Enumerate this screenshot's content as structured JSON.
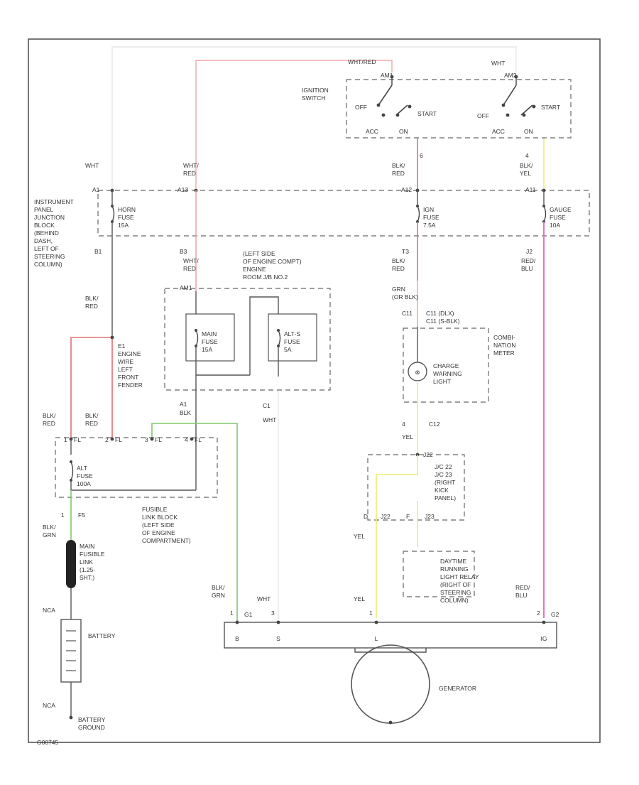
{
  "colors": {
    "wht_red": "#f2a7a7",
    "red": "#e37070",
    "green": "#7ec86f",
    "yellow": "#eded74",
    "orange": "#f4b183",
    "pink": "#e275c9",
    "wht": "#e6e6e6",
    "line": "#555555"
  },
  "labels": {
    "wht_red_top": "WHT/RED",
    "wht_top_right": "WHT",
    "ignition_switch": [
      "IGNITION",
      "SWITCH"
    ],
    "sw1_am": "AM1",
    "sw2_am": "AM2",
    "sw1_off": "OFF",
    "sw1_start": "START",
    "sw2_off": "OFF",
    "sw2_start": "START",
    "sw1_acc": "ACC",
    "sw1_on": "ON",
    "sw2_acc": "ACC",
    "sw2_on": "ON",
    "wht_left": "WHT",
    "wht_red_mid": [
      "WHT/",
      "RED"
    ],
    "blk_red_top": [
      "BLK/",
      "RED"
    ],
    "blk_yel_top": [
      "BLK/",
      "YEL"
    ],
    "pin_6": "6",
    "pin_4": "4",
    "ijb_label": [
      "INSTRUMENT",
      "PANEL",
      "JUNCTION",
      "BLOCK",
      "(BEHIND",
      "DASH,",
      "LEFT OF",
      "STEERING",
      "COLUMN)"
    ],
    "conn_a1": "A1",
    "conn_a13": "A13",
    "conn_a12": "A12",
    "conn_a11": "A11",
    "horn_fuse": [
      "HORN",
      "FUSE",
      "15A"
    ],
    "ign_fuse": [
      "IGN",
      "FUSE",
      "7.5A"
    ],
    "gauge_fuse": [
      "GAUGE",
      "FUSE",
      "10A"
    ],
    "b1_top": "B1",
    "b3": "B3",
    "t3": "T3",
    "j2": "J2",
    "wht_red_left": [
      "WHT/",
      "RED"
    ],
    "blk_red_t3": [
      "BLK/",
      "RED"
    ],
    "red_blu_j2": [
      "RED/",
      "BLU"
    ],
    "blk_red_left": [
      "BLK/",
      "RED"
    ],
    "erb_label": [
      "(LEFT SIDE",
      "OF ENGINE COMPT)",
      "ENGINE",
      "ROOM J/B NO.2"
    ],
    "amp1": "AM1",
    "grn_label": [
      "GRN",
      "(OR BLK)"
    ],
    "c11": "C11",
    "c11_note": [
      "C11  (DLX)",
      "C11  (S-BLK)"
    ],
    "c12": "C12",
    "combo_meter": [
      "COMBI-",
      "NATION",
      "METER"
    ],
    "charge_light": [
      "CHARGE",
      "WARNING",
      "LIGHT"
    ],
    "main_fuse": [
      "MAIN",
      "FUSE",
      "15A"
    ],
    "alts_fuse": [
      "ALT-S",
      "FUSE",
      "5A"
    ],
    "e1": [
      "E1",
      "ENGINE",
      "WIRE",
      "LEFT",
      "FRONT",
      "FENDER"
    ],
    "blk_red_a": [
      "BLK/",
      "RED"
    ],
    "blk_red_b": [
      "BLK/",
      "RED"
    ],
    "a1_below": "A1",
    "blk_below": "BLK",
    "c1": "C1",
    "wht_c1": "WHT",
    "flb_nodes": [
      "1",
      "2",
      "3",
      "4"
    ],
    "flb_pins": [
      "FL",
      "FL",
      "FL",
      "FL"
    ],
    "alt_fuse": [
      "ALT",
      "FUSE",
      "100A"
    ],
    "f5": "F5",
    "pin_1": "1",
    "fusible_link_block": [
      "FUSIBLE",
      "LINK BLOCK",
      "(LEFT SIDE",
      "OF ENGINE",
      "COMPARTMENT)"
    ],
    "yel_c12": "YEL",
    "c12_num": "4",
    "j22": "J22",
    "jc_label": [
      "J/C 22",
      "J/C 23",
      "(RIGHT",
      "KICK",
      "PANEL)"
    ],
    "yel_d": "YEL",
    "d_pin": "D",
    "j22b": "J22",
    "f_pin": "F",
    "j23": "J23",
    "yel_e": "YEL",
    "blk_grn": [
      "BLK/",
      "GRN"
    ],
    "main_fusible": [
      "MAIN",
      "FUSIBLE",
      "LINK",
      "(1.25-",
      "SHT.)"
    ],
    "drl_relay": [
      "DAYTIME",
      "RUNNING",
      "LIGHT RELAY",
      "(RIGHT OF",
      "STEERING",
      "COLUMN)"
    ],
    "blk_grn_b": [
      "BLK/",
      "GRN"
    ],
    "wht_b": "WHT",
    "yel_b": "YEL",
    "red_blu_b": [
      "RED/",
      "BLU"
    ],
    "g1": "G1",
    "g2": "G2",
    "gen_pins": [
      "1",
      "3",
      "1",
      "2"
    ],
    "gen_terms": [
      "B",
      "S",
      "L",
      "IG"
    ],
    "nca_top": "NCA",
    "battery": "BATTERY",
    "nca_bot": "NCA",
    "battery_ground": [
      "BATTERY",
      "GROUND"
    ],
    "generator": "GENERATOR",
    "drawing_number": "G00745"
  }
}
